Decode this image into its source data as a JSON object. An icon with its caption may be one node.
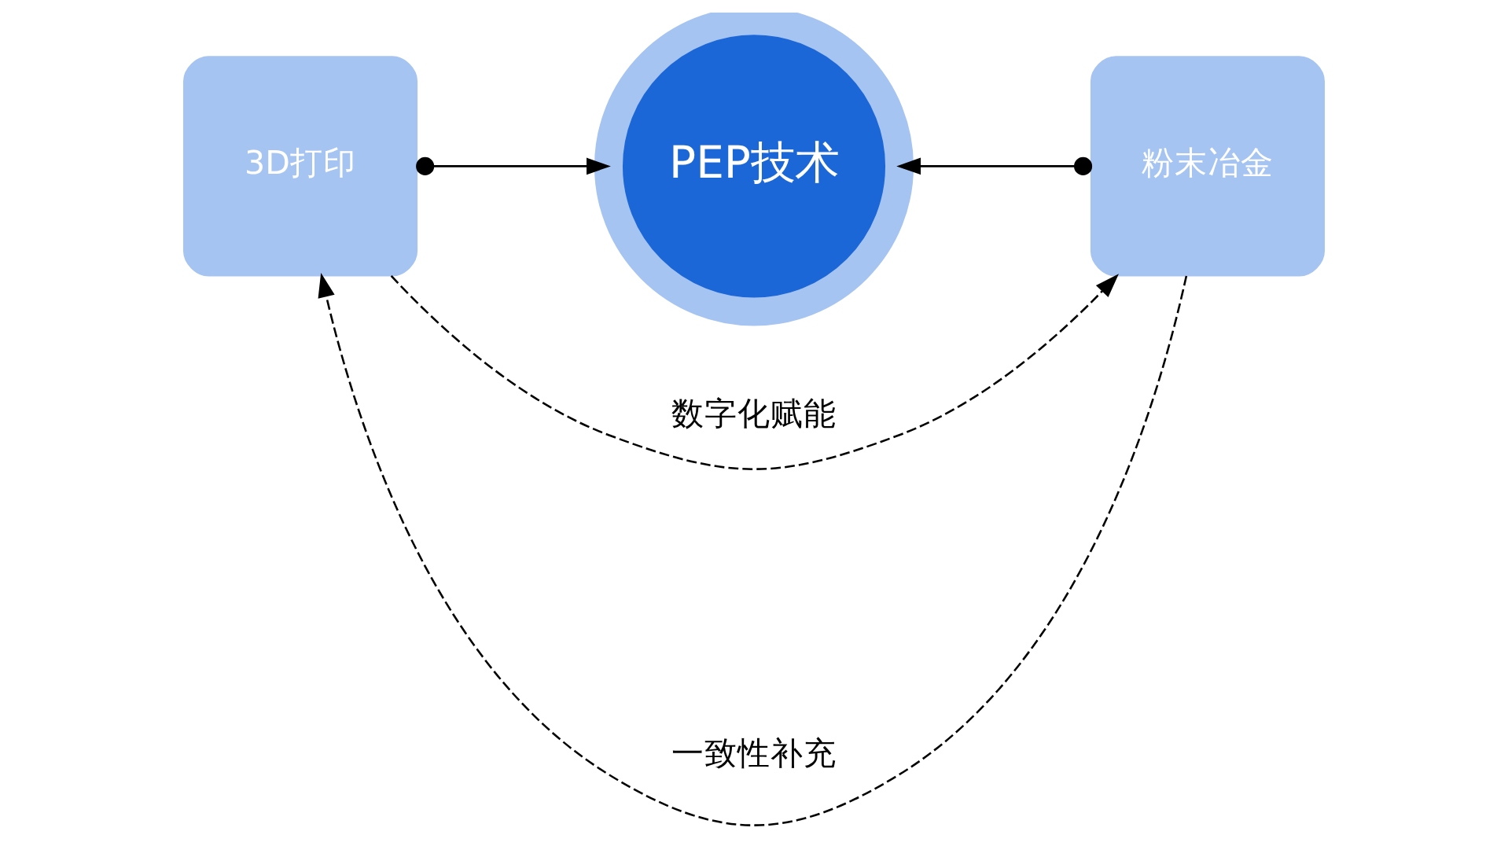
{
  "diagram": {
    "nodes": [
      {
        "text": [
          "3D打印"
        ]
      },
      {
        "text": [
          "PEP技术"
        ]
      },
      {
        "text": [
          "粉末冶金"
        ]
      }
    ],
    "edges": [
      {
        "from": 0,
        "to": 1,
        "arrow": "to"
      },
      {
        "from": 2,
        "to": 1,
        "arrow": "to"
      },
      {
        "from": 2,
        "to": 0,
        "arrow": "to",
        "label": "一致性补充",
        "style": "dashed"
      },
      {
        "from": 0,
        "to": 2,
        "arrow": "to",
        "label": "数字化赋能",
        "style": "dashed"
      }
    ]
  }
}
